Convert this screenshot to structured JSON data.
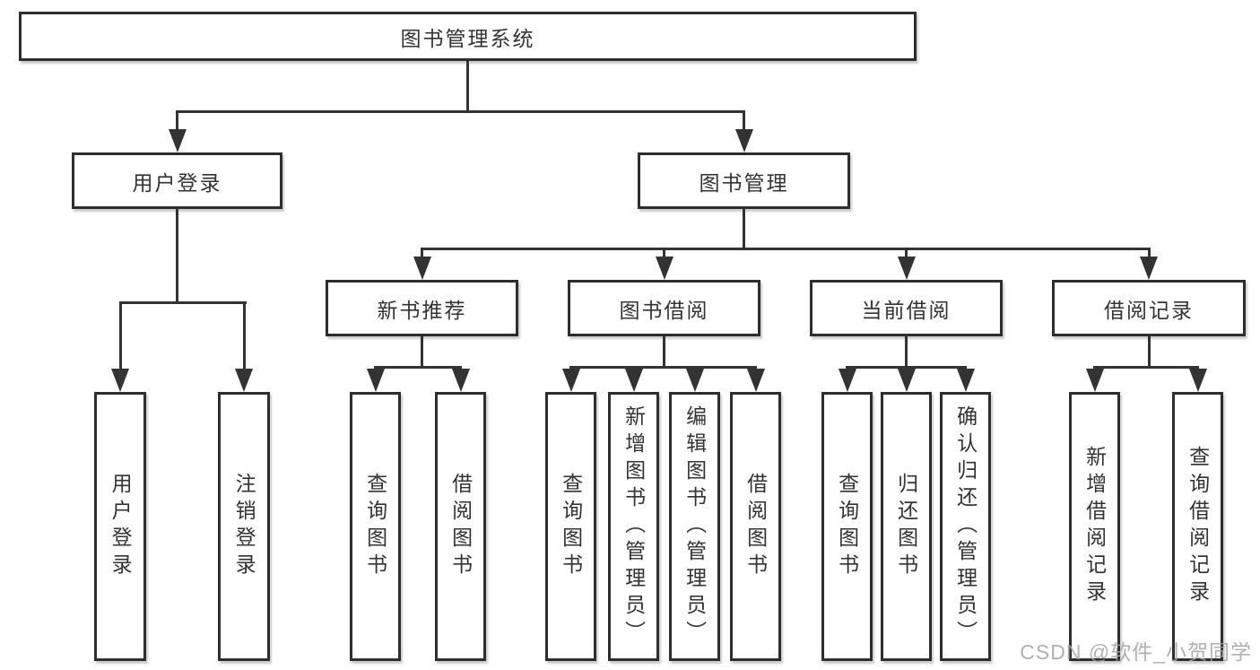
{
  "nodes": {
    "root": "图书管理系统",
    "level2": [
      "用户登录",
      "图书管理"
    ],
    "level3": [
      "新书推荐",
      "图书借阅",
      "当前借阅",
      "借阅记录"
    ]
  },
  "leaves": {
    "user_login": [
      "用户登录",
      "注销登录"
    ],
    "new_book_recommend": [
      "查询图书",
      "借阅图书"
    ],
    "book_borrow": [
      "查询图书",
      "新增图书（管理员）",
      "编辑图书（管理员）",
      "借阅图书"
    ],
    "current_borrow": [
      "查询图书",
      "归还图书",
      "确认归还（管理员）"
    ],
    "borrow_records": [
      "新增借阅记录",
      "查询借阅记录"
    ]
  },
  "watermark": "CSDN @软件_小贺同学",
  "colors": {
    "line": "#333333",
    "box_border": "#2e2e2e",
    "box_fill": "#ffffff",
    "text": "#333333",
    "watermark": "#a2a2a2"
  }
}
